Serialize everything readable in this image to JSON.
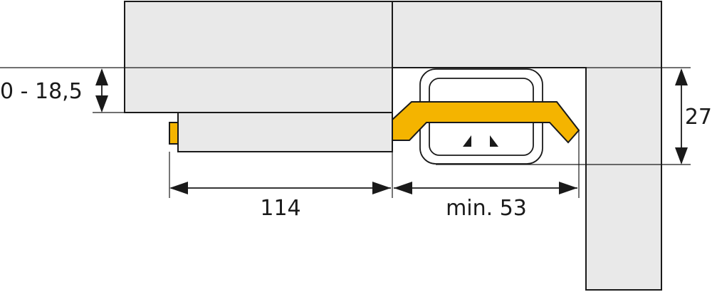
{
  "dimensions": {
    "adjustment_range": "0 - 18,5",
    "height": "27",
    "lock_length": "114",
    "min_distance": "min. 53"
  },
  "colors": {
    "material": "#e9e9e9",
    "line": "#1a1a1a",
    "bolt_accent": "#f4b400"
  }
}
